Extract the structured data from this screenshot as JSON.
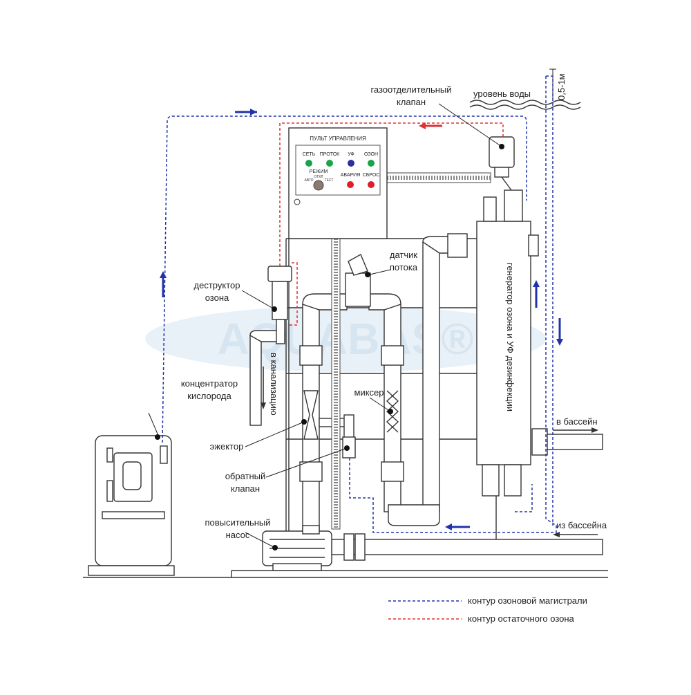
{
  "labels": {
    "gas_valve_1": "газоотделительный",
    "gas_valve_2": "клапан",
    "water_level": "уровень воды",
    "depth": "0,5-1м",
    "control_panel": "ПУЛЬТ УПРАВЛЕНИЯ",
    "flow_sensor_1": "датчик",
    "flow_sensor_2": "потока",
    "ozone_destructor_1": "деструктор",
    "ozone_destructor_2": "озона",
    "to_drain": "в канализацию",
    "generator": "генератор озона и УФ дезинфекции",
    "oxygen_concentrator_1": "концентратор",
    "oxygen_concentrator_2": "кислорода",
    "mixer": "миксер",
    "to_pool": "в бассейн",
    "ejector": "эжектор",
    "check_valve_1": "обратный",
    "check_valve_2": "клапан",
    "booster_pump_1": "повысительный",
    "booster_pump_2": "насос",
    "from_pool": "из бассейна",
    "logo": "AQUABAS®"
  },
  "panel": {
    "indicators": [
      {
        "label": "СЕТЬ",
        "color": "#1aa34a"
      },
      {
        "label": "ПРОТОК",
        "color": "#1aa34a"
      },
      {
        "label": "УФ",
        "color": "#2b2f9e"
      },
      {
        "label": "ОЗОН",
        "color": "#1aa34a"
      }
    ],
    "mode_label": "РЕЖИМ",
    "mode_positions": [
      "АВТО",
      "ОТКЛ",
      "ТЕСТ"
    ],
    "alarm_label": "АВАРИЯ",
    "reset_label": "СБРОС",
    "alarm_color": "#e01e2a",
    "reset_color": "#e01e2a"
  },
  "legend": [
    {
      "label": "контур озоновой магистрали",
      "color": "#2233aa"
    },
    {
      "label": "контур остаточного озона",
      "color": "#e03030"
    }
  ],
  "colors": {
    "ozone_line": "#2233aa",
    "residual_line": "#e03030",
    "logo": "#c9dcec"
  }
}
